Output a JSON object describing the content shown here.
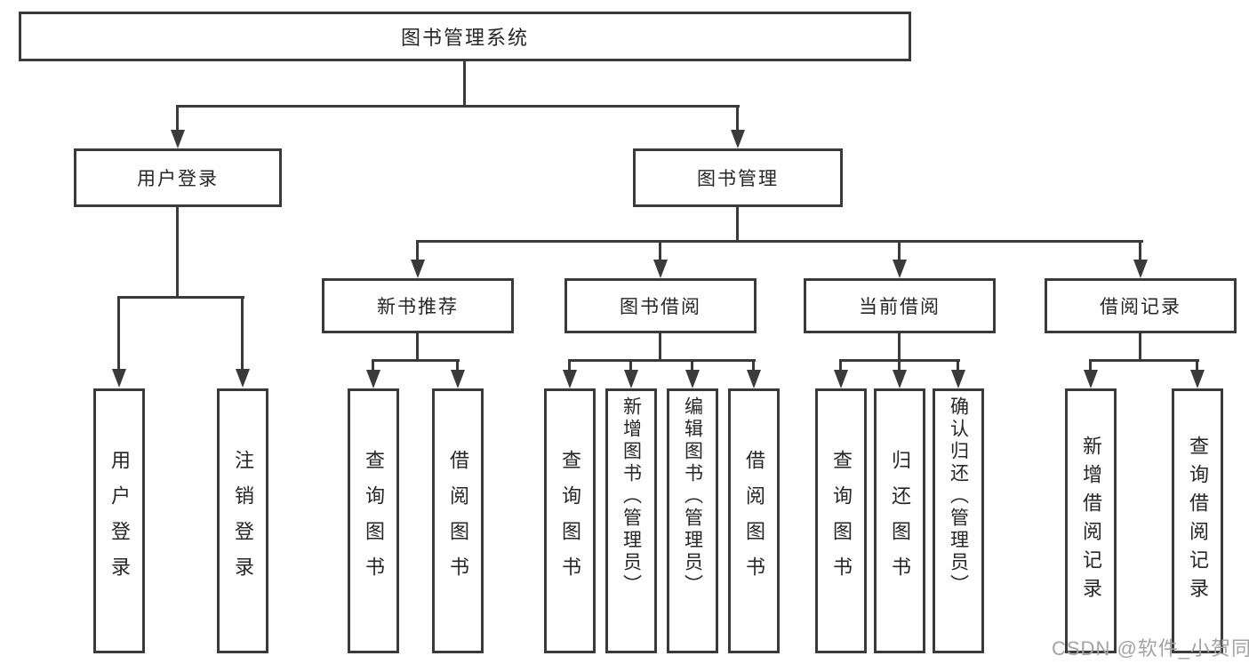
{
  "colors": {
    "line": "#3a3a3a",
    "text": "#262626",
    "watermark": "#a3a3a3",
    "background": "#ffffff"
  },
  "watermark": {
    "text": "CSDN @软件_小贺同学"
  },
  "tree": {
    "label": "图书管理系统",
    "children": [
      {
        "label": "用户登录",
        "children": [
          {
            "label": "用户登录"
          },
          {
            "label": "注销登录"
          }
        ]
      },
      {
        "label": "图书管理",
        "children": [
          {
            "label": "新书推荐",
            "children": [
              {
                "label": "查询图书"
              },
              {
                "label": "借阅图书"
              }
            ]
          },
          {
            "label": "图书借阅",
            "children": [
              {
                "label": "查询图书"
              },
              {
                "label": "新增图书（管理员）"
              },
              {
                "label": "编辑图书（管理员）"
              },
              {
                "label": "借阅图书"
              }
            ]
          },
          {
            "label": "当前借阅",
            "children": [
              {
                "label": "查询图书"
              },
              {
                "label": "归还图书"
              },
              {
                "label": "确认归还（管理员）"
              }
            ]
          },
          {
            "label": "借阅记录",
            "children": [
              {
                "label": "新增借阅记录"
              },
              {
                "label": "查询借阅记录"
              }
            ]
          }
        ]
      }
    ]
  }
}
